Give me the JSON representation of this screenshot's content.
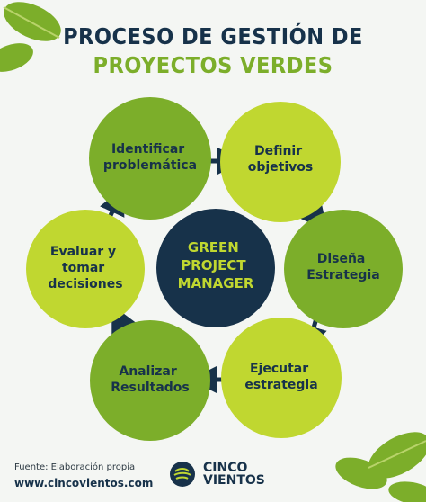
{
  "title": {
    "line1": "PROCESO DE GESTIÓN DE",
    "line2": "PROYECTOS VERDES"
  },
  "center": {
    "lines": [
      "GREEN",
      "PROJECT",
      "MANAGER"
    ]
  },
  "steps": [
    {
      "lines": [
        "Identificar",
        "problemática"
      ]
    },
    {
      "lines": [
        "Definir",
        "objetivos"
      ]
    },
    {
      "lines": [
        "Diseña",
        "Estrategia"
      ]
    },
    {
      "lines": [
        "Ejecutar",
        "estrategia"
      ]
    },
    {
      "lines": [
        "Analizar",
        "Resultados"
      ]
    },
    {
      "lines": [
        "Evaluar y",
        "tomar",
        "decisiones"
      ]
    }
  ],
  "colors": {
    "title_dark": "#17324a",
    "title_green": "#7cae2a",
    "circle_dark": "#7cae2a",
    "circle_light": "#c0d730",
    "center": "#17324a",
    "center_text": "#c0d730",
    "step_text": "#17324a",
    "leaf": "#7cae2a",
    "leaf_vein": "#b8d36a"
  },
  "footer": {
    "source": "Fuente: Elaboración propia",
    "url": "www.cincovientos.com",
    "brand_line1": "CINCO",
    "brand_line2": "VIENTOS"
  }
}
